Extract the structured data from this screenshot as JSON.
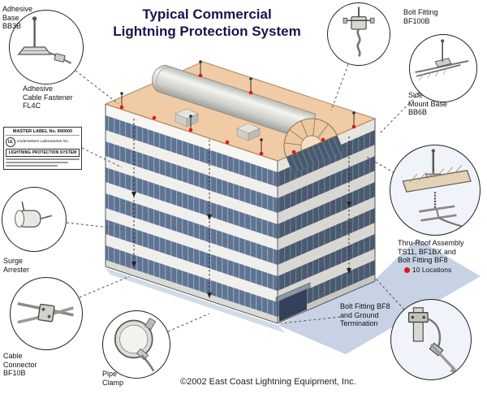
{
  "title": {
    "line1": "Typical Commercial",
    "line2": "Lightning Protection System"
  },
  "copyright": "©2002 East Coast Lightning Equipment, Inc.",
  "labels": {
    "adhesive_base": "Adhesive\nBase\nBB3B",
    "adhesive_fastener": "Adhesive\nCable Fastener\nFL4C",
    "surge_arrester": "Surge\nArrester",
    "cable_connector": "Cable\nConnector\nBF10B",
    "pipe_clamp": "Pipe\nClamp",
    "bolt_fitting_bf100b": "Bolt Fitting\nBF100B",
    "side_mount_base": "Side\nMount Base\nBB6B",
    "thru_roof": "Thru-Roof Assembly\nTS11, BF1BX and\nBolt Fitting BF8",
    "locations": "10 Locations",
    "ground_termination": "Bolt Fitting BF8\nand Ground\nTermination"
  },
  "master_label": {
    "ul": "UL",
    "title": "MASTER LABEL No. 890000",
    "org": "Underwriters Laboratories Inc.",
    "system": "LIGHTNING PROTECTION SYSTEM"
  },
  "colors": {
    "accent_red": "#e01616",
    "title_navy": "#15154d",
    "roof_tan": "#f1cba6",
    "window_blue_front": "#5f7493",
    "window_blue_side": "#49596e",
    "shadow_blue": "#b9c7dd"
  }
}
